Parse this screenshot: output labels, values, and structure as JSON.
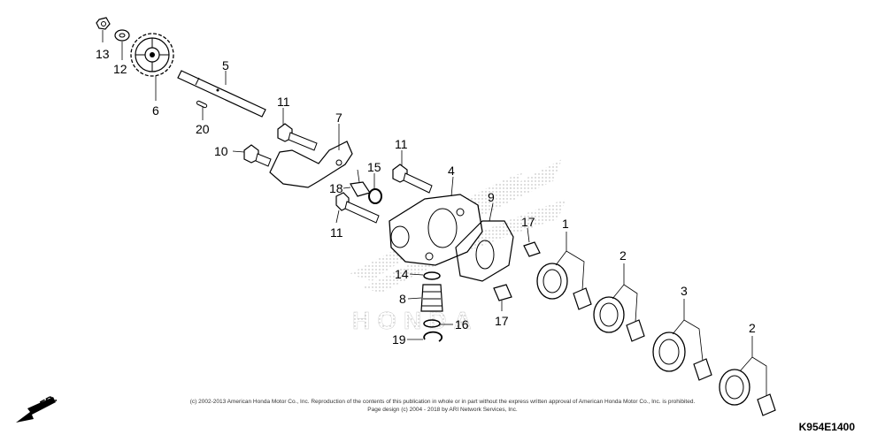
{
  "diagram": {
    "callouts": {
      "c1": "1",
      "c2a": "2",
      "c2b": "2",
      "c3": "3",
      "c4": "4",
      "c5": "5",
      "c6": "6",
      "c7": "7",
      "c8": "8",
      "c9": "9",
      "c10": "10",
      "c11a": "11",
      "c11b": "11",
      "c11c": "11",
      "c12": "12",
      "c13": "13",
      "c14": "14",
      "c15": "15",
      "c16": "16",
      "c17a": "17",
      "c17b": "17",
      "c18": "18",
      "c19": "19",
      "c20": "20"
    },
    "front_indicator": "FR.",
    "watermark": "HONDA",
    "diagram_code": "K954E1400",
    "copyright": "(c) 2002-2013 American Honda Motor Co., Inc. Reproduction of the contents of this publication in whole or in part without the express written approval of American Honda Motor Co., Inc. is prohibited.",
    "page_design": "Page design (c) 2004 - 2018 by ARI Network Services, Inc."
  }
}
